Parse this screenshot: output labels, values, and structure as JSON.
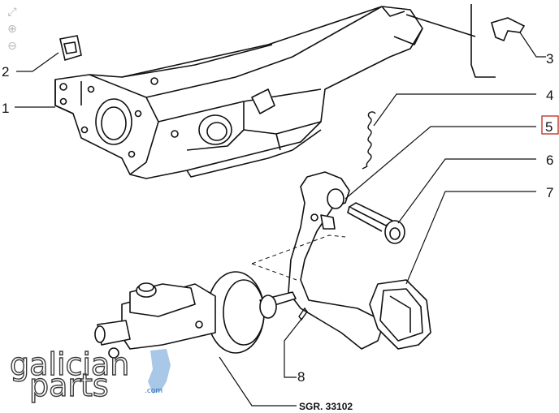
{
  "toolbar": {
    "fit_icon": "fit-screen-icon",
    "zoom_in_icon": "zoom-in-icon",
    "zoom_out_icon": "zoom-out-icon"
  },
  "callouts": [
    {
      "id": "1",
      "label": "1"
    },
    {
      "id": "2",
      "label": "2"
    },
    {
      "id": "3",
      "label": "3"
    },
    {
      "id": "4",
      "label": "4"
    },
    {
      "id": "5",
      "label": "5",
      "highlighted": true
    },
    {
      "id": "6",
      "label": "6"
    },
    {
      "id": "7",
      "label": "7"
    },
    {
      "id": "8",
      "label": "8"
    }
  ],
  "reference": "SGR. 33102",
  "logo": {
    "line1": "galician",
    "line2": "parts",
    "suffix": ".com"
  },
  "colors": {
    "highlight_box": "#c0392b",
    "logo_accent": "#2a6fb3",
    "line": "#111111"
  }
}
